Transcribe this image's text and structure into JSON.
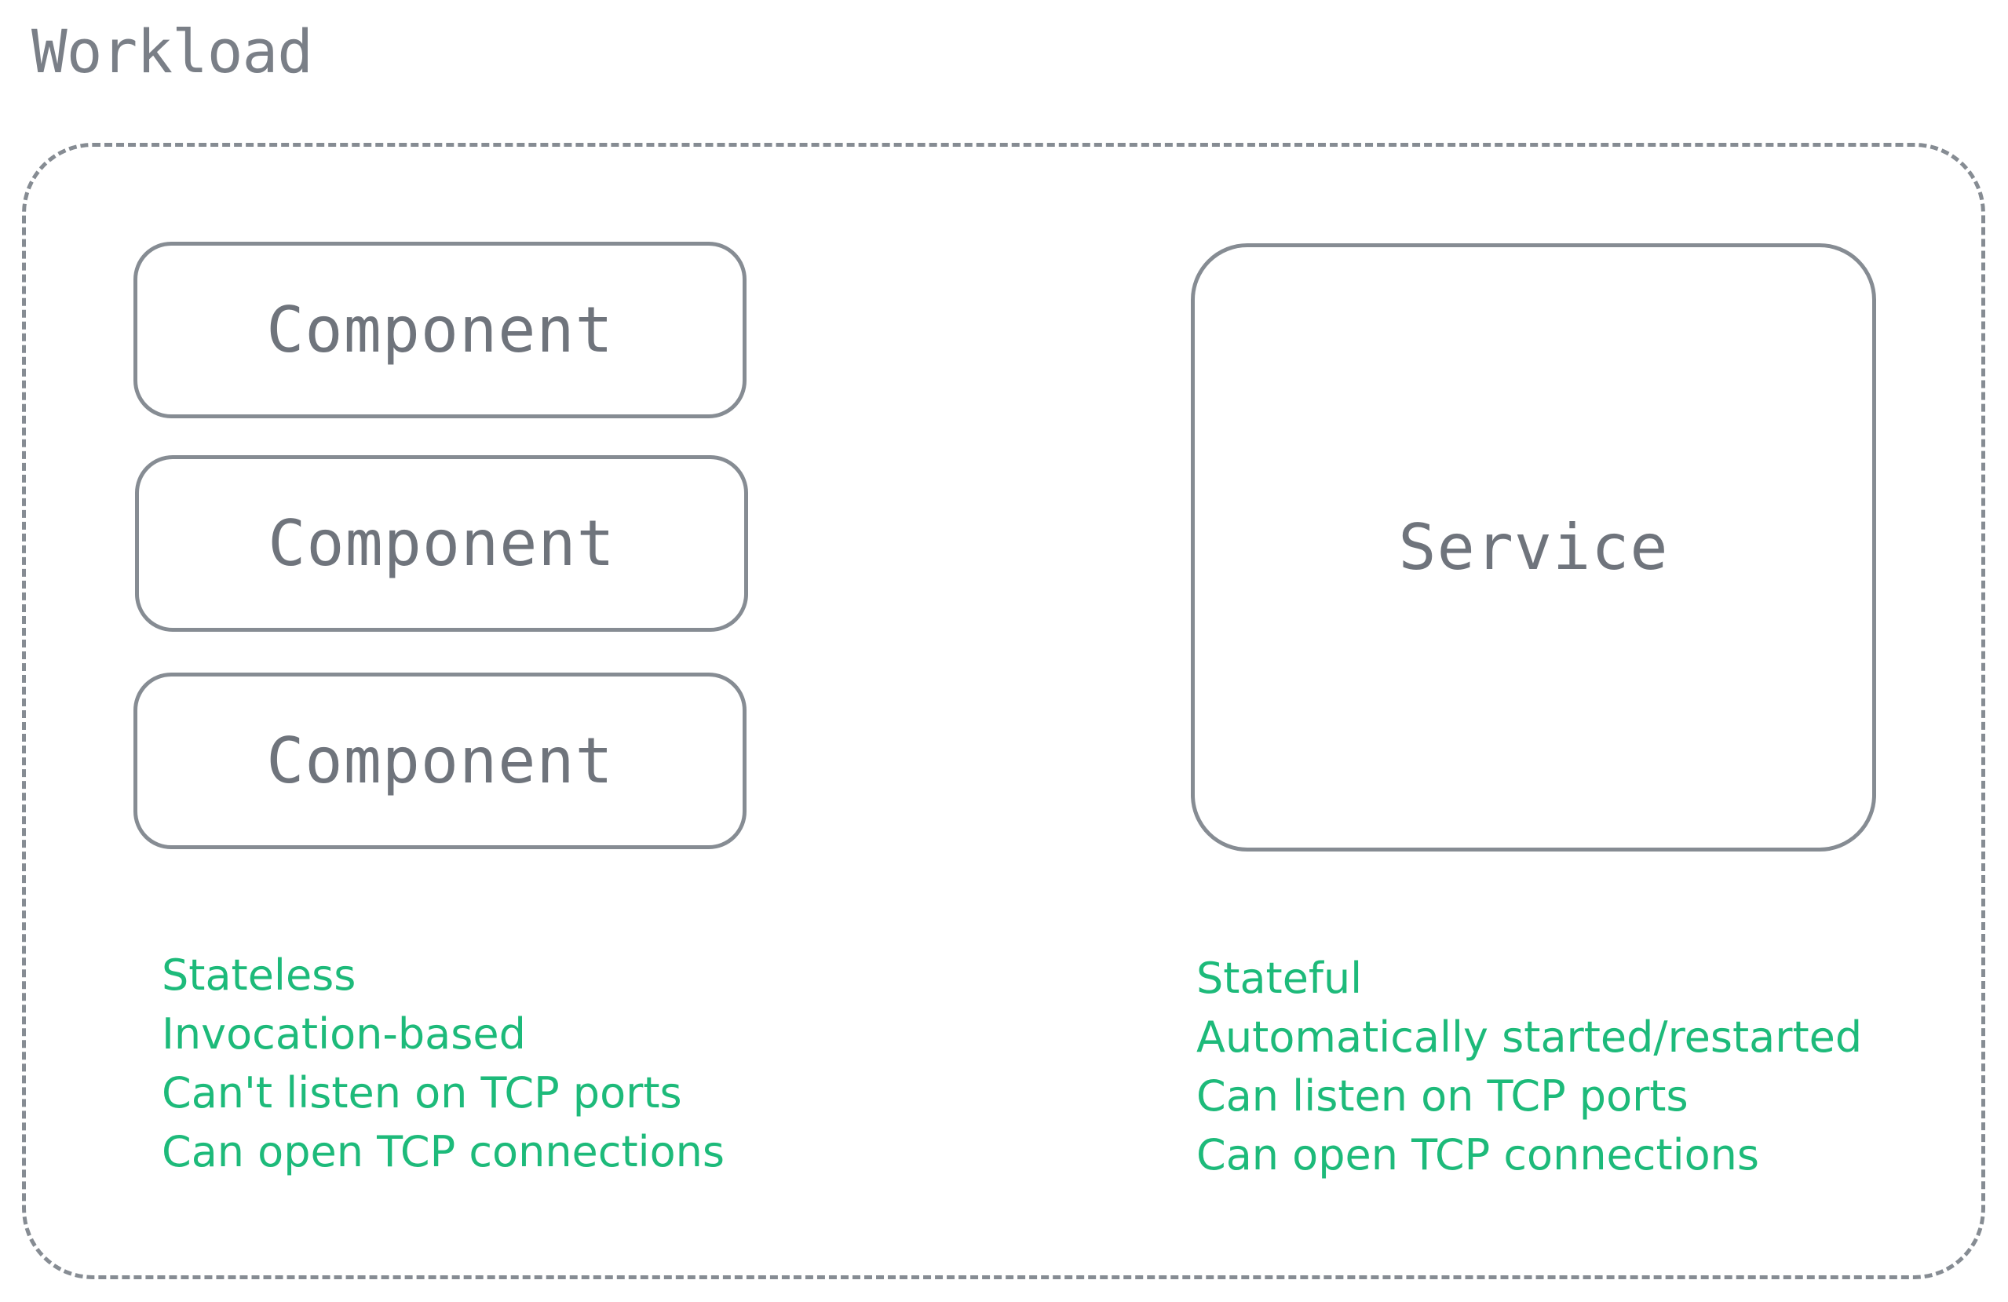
{
  "title": "Workload",
  "colors": {
    "outline": "#868c93",
    "label_text": "#6f747c",
    "accent_green": "#1dba7a"
  },
  "components": [
    {
      "label": "Component"
    },
    {
      "label": "Component"
    },
    {
      "label": "Component"
    }
  ],
  "service": {
    "label": "Service"
  },
  "component_notes": [
    "Stateless",
    "Invocation-based",
    "Can't listen on TCP ports",
    "Can open TCP connections"
  ],
  "service_notes": [
    "Stateful",
    "Automatically started/restarted",
    "Can listen on TCP ports",
    "Can open TCP connections"
  ]
}
